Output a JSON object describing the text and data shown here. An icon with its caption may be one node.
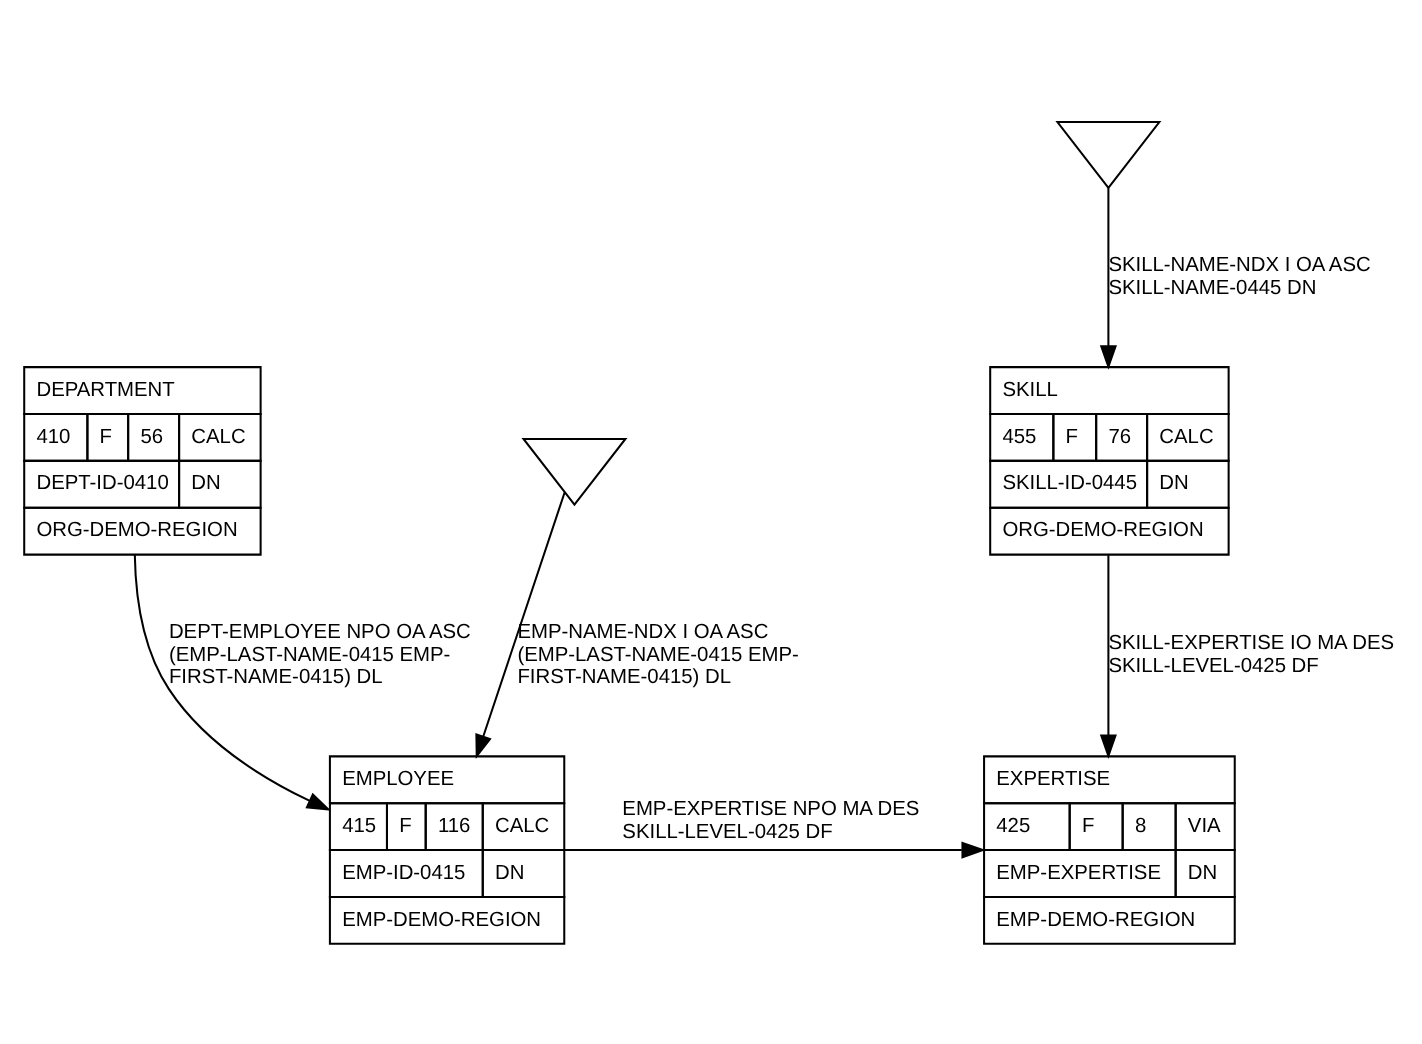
{
  "diagram": {
    "nodes": [
      {
        "text": [],
        "shape": "triangle"
      },
      {
        "text": [
          "DEPARTMENT",
          "410",
          "F",
          "56",
          "CALC",
          "DEPT-ID-0410",
          "DN",
          "ORG-DEMO-REGION"
        ]
      },
      {
        "text": [
          "SKILL",
          "455",
          "F",
          "76",
          "CALC",
          "SKILL-ID-0445",
          "DN",
          "ORG-DEMO-REGION"
        ]
      },
      {
        "text": [],
        "shape": "triangle"
      },
      {
        "text": [
          "EMPLOYEE",
          "415",
          "F",
          "116",
          "CALC",
          "EMP-ID-0415",
          "DN",
          "EMP-DEMO-REGION"
        ]
      },
      {
        "text": [
          "EXPERTISE",
          "425",
          "F",
          "8",
          "VIA",
          "EMP-EXPERTISE",
          "DN",
          "EMP-DEMO-REGION"
        ]
      }
    ],
    "edges": [
      {
        "from": 0,
        "to": 2,
        "arrow": "to",
        "label": "SKILL-NAME-NDX I OA ASC SKILL-NAME-0445 DN"
      },
      {
        "from": 1,
        "to": 4,
        "arrow": "to",
        "label": "DEPT-EMPLOYEE NPO OA ASC (EMP-LAST-NAME-0415 EMP-FIRST-NAME-0415) DL"
      },
      {
        "from": 3,
        "to": 4,
        "arrow": "to",
        "label": "EMP-NAME-NDX I OA ASC (EMP-LAST-NAME-0415 EMP-FIRST-NAME-0415) DL"
      },
      {
        "from": 2,
        "to": 5,
        "arrow": "to",
        "label": "SKILL-EXPERTISE IO MA DES SKILL-LEVEL-0425 DF"
      },
      {
        "from": 4,
        "to": 5,
        "arrow": "to",
        "label": "EMP-EXPERTISE NPO MA DES SKILL-LEVEL-0425 DF"
      }
    ]
  }
}
